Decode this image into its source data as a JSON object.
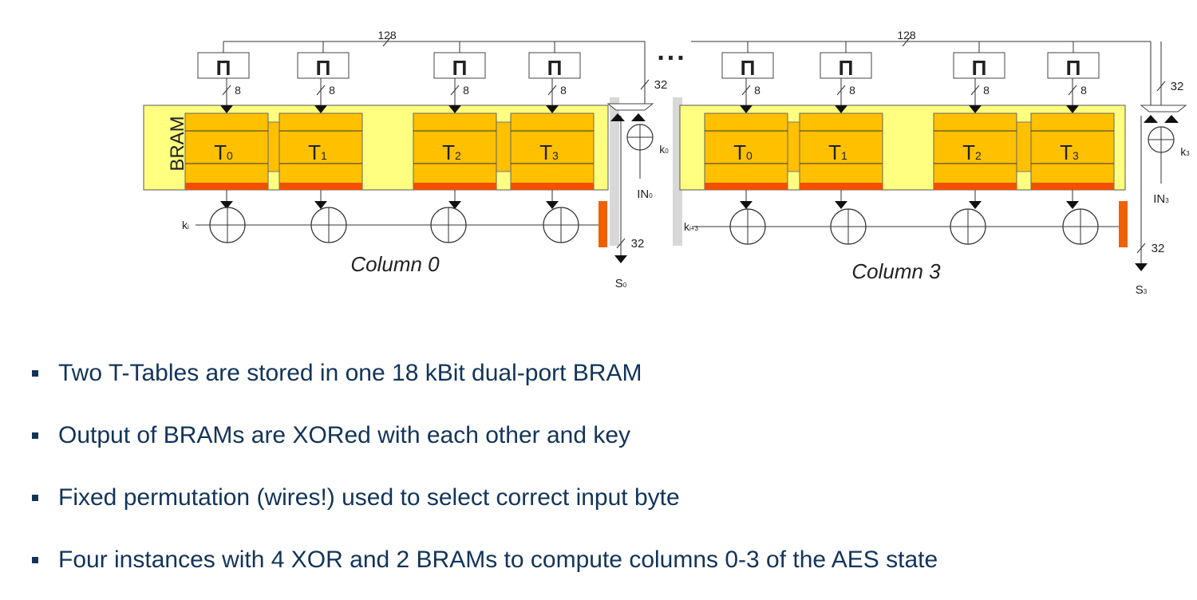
{
  "diagram": {
    "bus_width_label": "128",
    "ellipsis": "...",
    "bram_label": "BRAM",
    "perm_symbol": "Π",
    "byte_width_label": "8",
    "word_width_label": "32",
    "xor_symbol_name": "xor-icon",
    "colors": {
      "bram_background": "#ffff80",
      "table_fill": "#ffc000",
      "table_dark": "#f0a000",
      "table_bottom_bar": "#f05000",
      "register_fill": "#f06000",
      "separator": "#d8d8d8"
    },
    "columns": [
      {
        "caption": "Column 0",
        "tables": [
          {
            "base": "T",
            "sub": "0"
          },
          {
            "base": "T",
            "sub": "1"
          },
          {
            "base": "T",
            "sub": "2"
          },
          {
            "base": "T",
            "sub": "3"
          }
        ],
        "key_in": {
          "base": "k",
          "sub": "i"
        },
        "round_key": {
          "base": "k",
          "sub": "0"
        },
        "input": {
          "base": "IN",
          "sub": "0"
        },
        "output": {
          "base": "S",
          "sub": "0"
        }
      },
      {
        "caption": "Column  3",
        "tables": [
          {
            "base": "T",
            "sub": "0"
          },
          {
            "base": "T",
            "sub": "1"
          },
          {
            "base": "T",
            "sub": "2"
          },
          {
            "base": "T",
            "sub": "3"
          }
        ],
        "key_in": {
          "base": "k",
          "sub": "i+3"
        },
        "round_key": {
          "base": "k",
          "sub": "3"
        },
        "input": {
          "base": "IN",
          "sub": "3"
        },
        "output": {
          "base": "S",
          "sub": "3"
        }
      }
    ]
  },
  "bullets": [
    "Two T-Tables are stored in one 18 kBit dual-port BRAM",
    "Output of BRAMs are XORed with each other and key",
    "Fixed permutation (wires!) used to select correct input byte",
    "Four instances with 4 XOR and 2 BRAMs to compute columns 0-3 of the AES state"
  ]
}
